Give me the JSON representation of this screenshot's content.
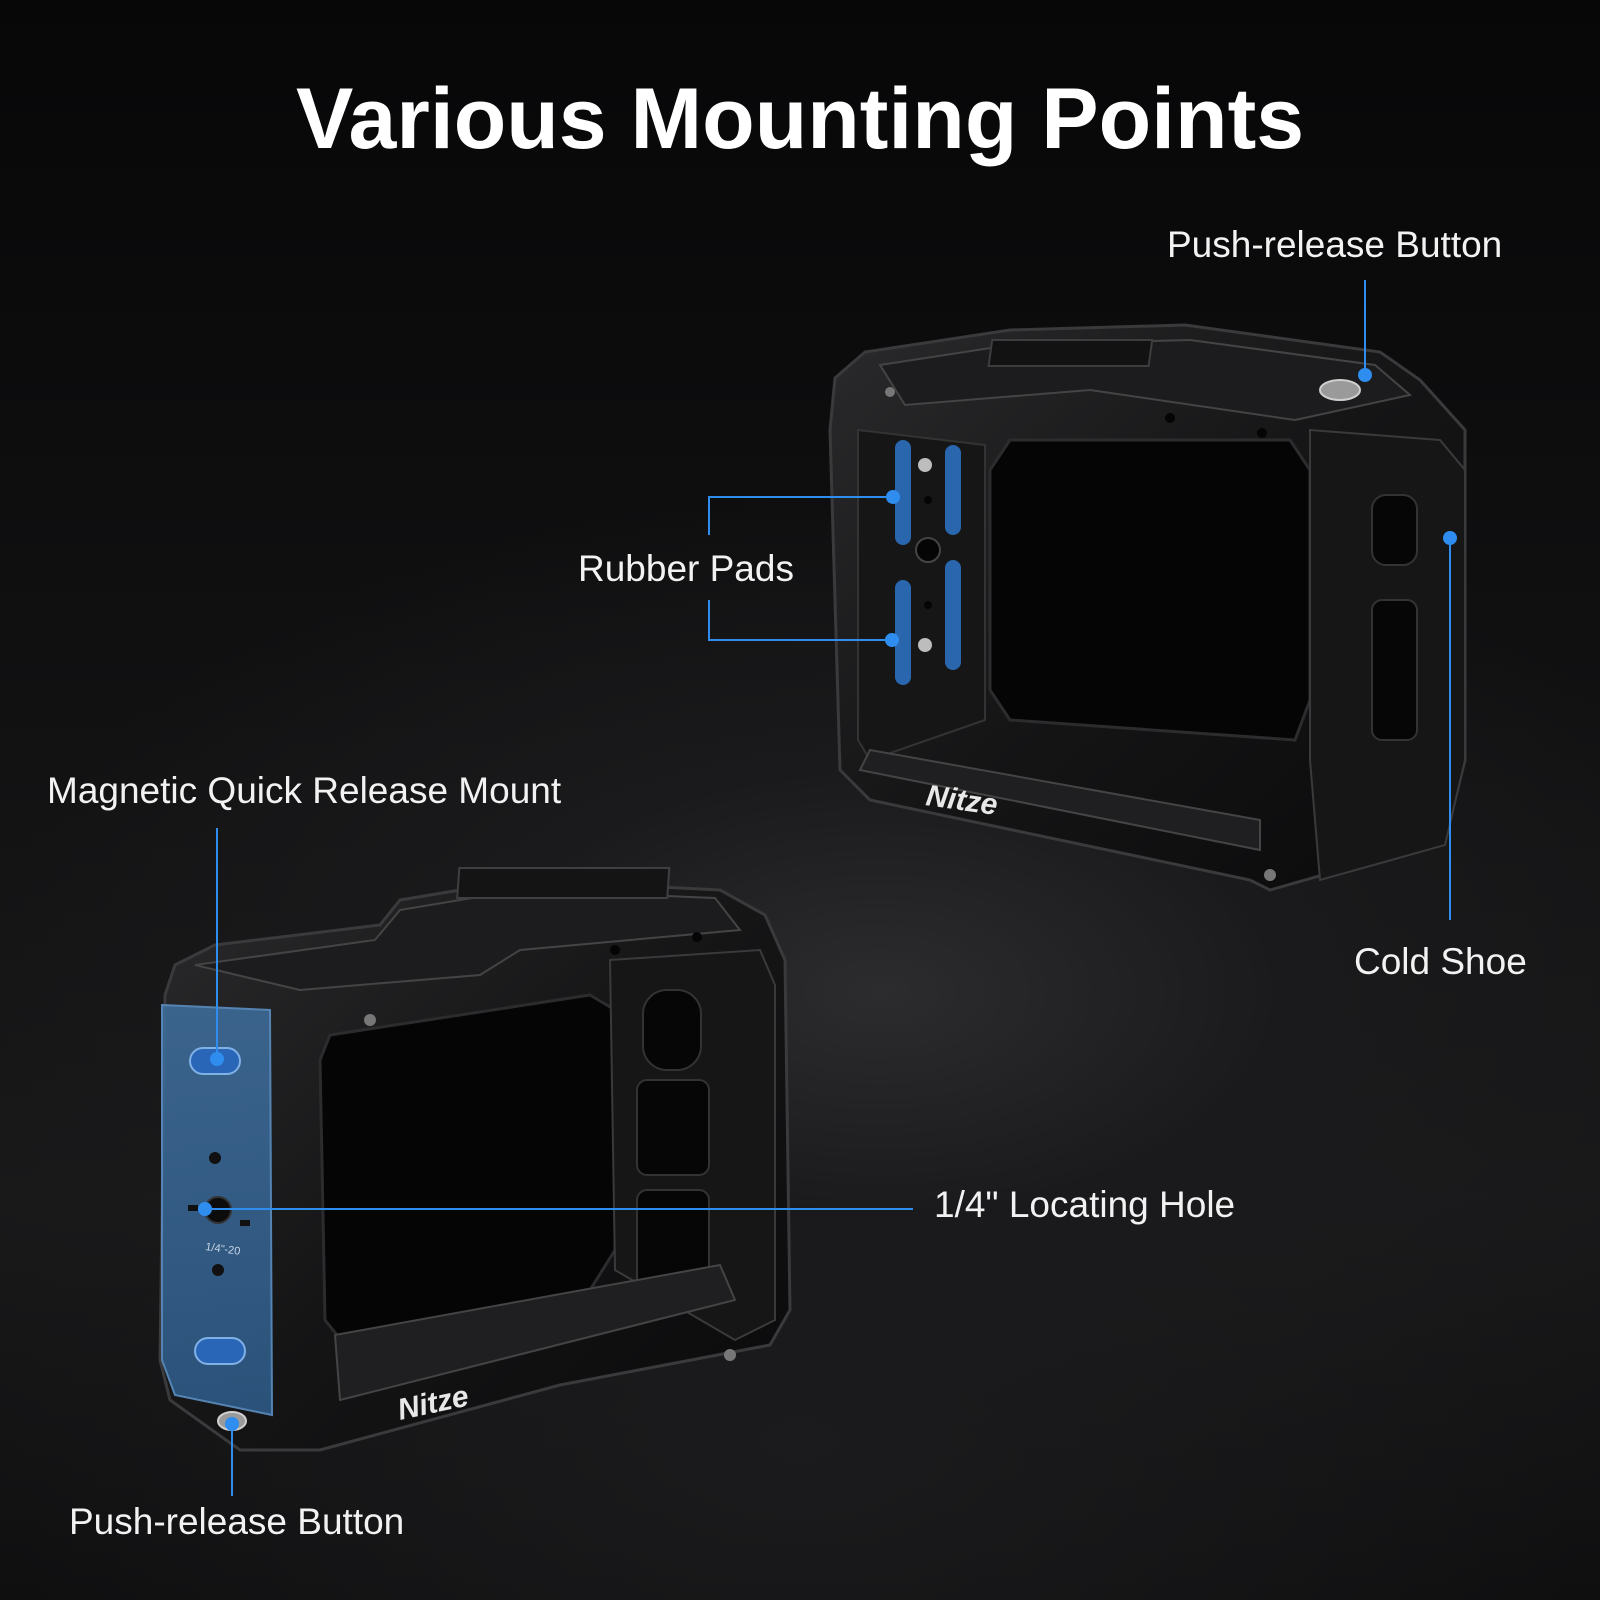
{
  "title": "Various Mounting Points",
  "labels": {
    "push_release_top": "Push-release Button",
    "rubber_pads": "Rubber Pads",
    "magnetic_mount": "Magnetic Quick Release Mount",
    "cold_shoe": "Cold Shoe",
    "locating_hole": "1/4\" Locating Hole",
    "push_release_bottom": "Push-release Button"
  },
  "engravings": {
    "brand": "Nitze",
    "thread": "1/4\"-20"
  },
  "colors": {
    "accent": "#2f8df0",
    "text": "#f2f2f2",
    "background": "#0b0b0c"
  }
}
